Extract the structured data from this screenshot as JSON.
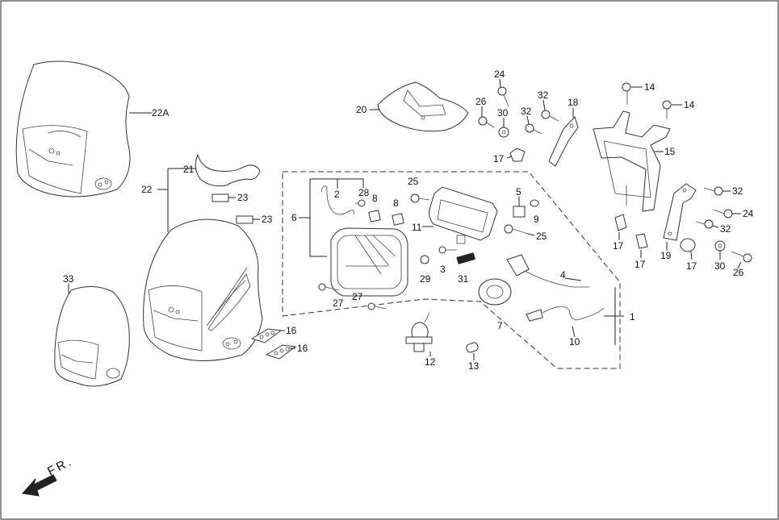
{
  "diagram": {
    "direction_label": "FR.",
    "labels": {
      "l1": "1",
      "l2": "2",
      "l3": "3",
      "l4": "4",
      "l5": "5",
      "l6": "6",
      "l7": "7",
      "l8a": "8",
      "l8b": "8",
      "l9": "9",
      "l10": "10",
      "l11": "11",
      "l12": "12",
      "l13": "13",
      "l14a": "14",
      "l14b": "14",
      "l15": "15",
      "l16a": "16",
      "l16b": "16",
      "l17a": "17",
      "l17b": "17",
      "l17c": "17",
      "l17d": "17",
      "l18": "18",
      "l19": "19",
      "l20": "20",
      "l21": "21",
      "l22": "22",
      "l22a": "22A",
      "l23a": "23",
      "l23b": "23",
      "l24a": "24",
      "l24b": "24",
      "l25a": "25",
      "l25b": "25",
      "l26a": "26",
      "l26b": "26",
      "l27a": "27",
      "l27b": "27",
      "l28": "28",
      "l29": "29",
      "l30a": "30",
      "l30b": "30",
      "l31": "31",
      "l32a": "32",
      "l32b": "32",
      "l32c": "32",
      "l32d": "32",
      "l33": "33"
    }
  }
}
